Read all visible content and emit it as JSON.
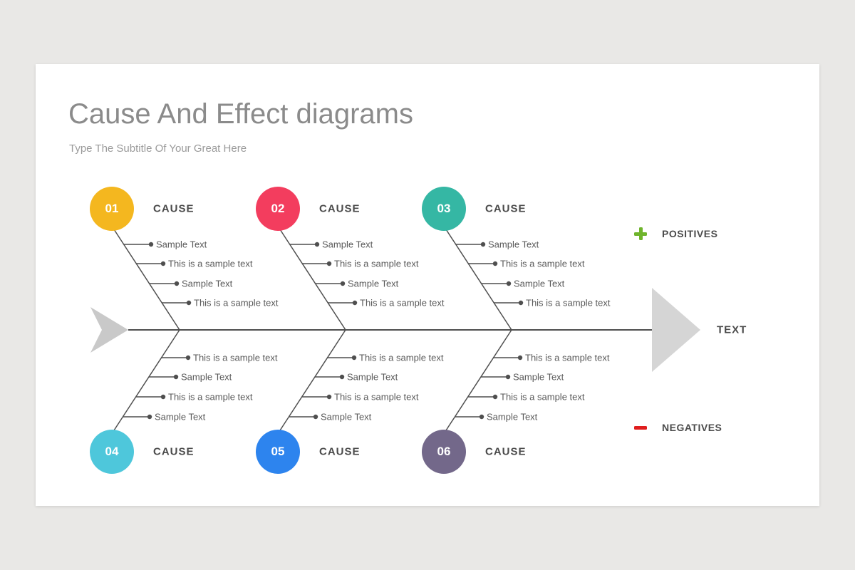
{
  "slide": {
    "title": "Cause And Effect diagrams",
    "subtitle": "Type The Subtitle Of Your Great Here"
  },
  "effect": {
    "label": "TEXT",
    "arrow_color": "#d5d5d5"
  },
  "legend": {
    "positives": {
      "label": "POSITIVES",
      "color": "#6fb42c"
    },
    "negatives": {
      "label": "NEGATIVES",
      "color": "#e01e1e"
    }
  },
  "branches": [
    {
      "number": "01",
      "label": "CAUSE",
      "color": "#f4b71f",
      "side": "top",
      "items": [
        "Sample Text",
        "This is a sample text",
        "Sample Text",
        "This is a sample text"
      ]
    },
    {
      "number": "02",
      "label": "CAUSE",
      "color": "#f33d5e",
      "side": "top",
      "items": [
        "Sample Text",
        "This is a sample text",
        "Sample Text",
        "This is a sample text"
      ]
    },
    {
      "number": "03",
      "label": "CAUSE",
      "color": "#35b7a4",
      "side": "top",
      "items": [
        "Sample Text",
        "This is a sample text",
        "Sample Text",
        "This is a sample text"
      ]
    },
    {
      "number": "04",
      "label": "CAUSE",
      "color": "#4ec7db",
      "side": "bottom",
      "items": [
        "This is a sample text",
        "Sample Text",
        "This is a sample text",
        "Sample Text"
      ]
    },
    {
      "number": "05",
      "label": "CAUSE",
      "color": "#2d84ee",
      "side": "bottom",
      "items": [
        "This is a sample text",
        "Sample Text",
        "This is a sample text",
        "Sample Text"
      ]
    },
    {
      "number": "06",
      "label": "CAUSE",
      "color": "#73688a",
      "side": "bottom",
      "items": [
        "This is a sample text",
        "Sample Text",
        "This is a sample text",
        "Sample Text"
      ]
    }
  ]
}
